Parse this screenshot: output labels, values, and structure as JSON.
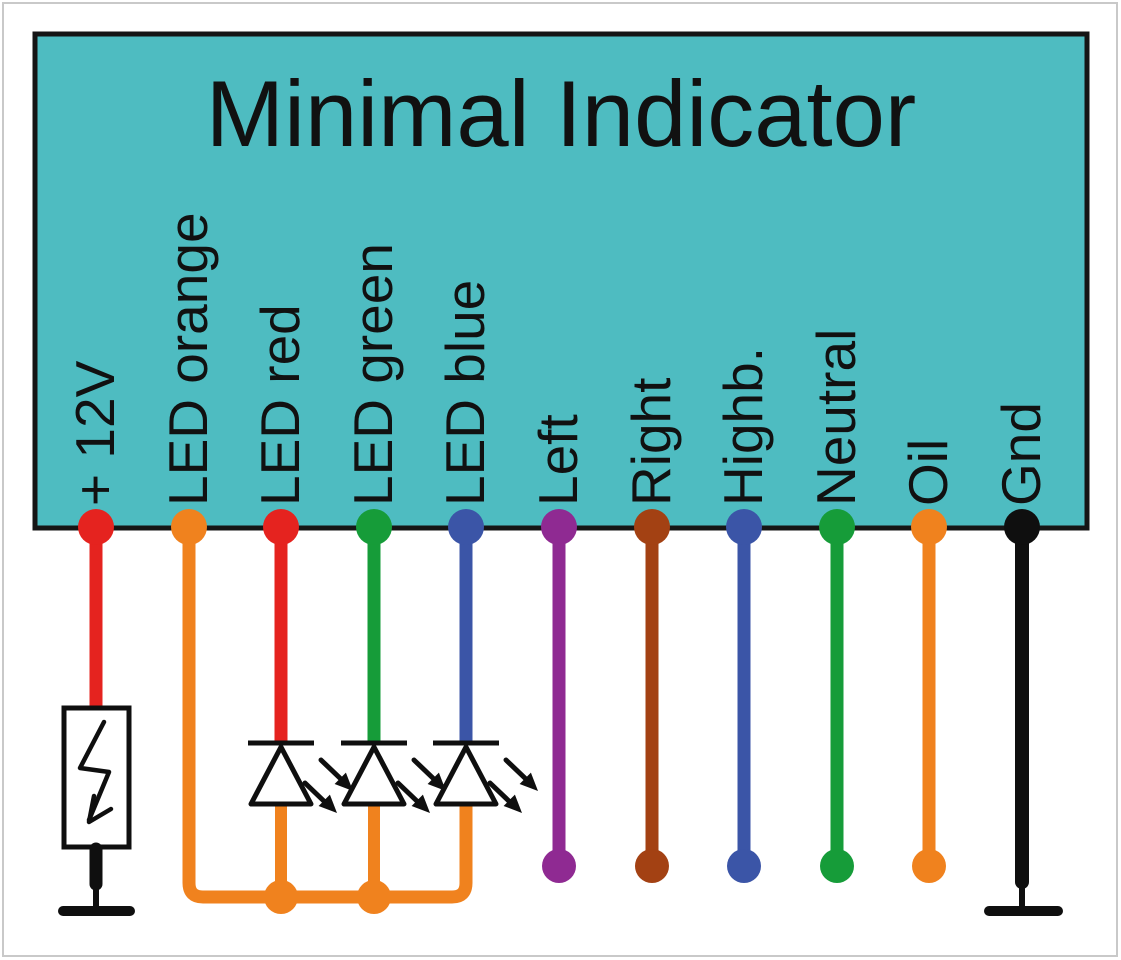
{
  "page": {
    "background": "#ffffff",
    "frame_color": "#c9c9c9"
  },
  "module": {
    "title": "Minimal Indicator",
    "fill": "#4ebcc1",
    "border": "#151515"
  },
  "colors": {
    "black": "#0f0f0f",
    "white": "#ffffff",
    "red": "#e5231f",
    "orange": "#f0821e",
    "green": "#169c39",
    "blue": "#3b55a7",
    "purple": "#8f2a92",
    "brown": "#a34113"
  },
  "pins": [
    {
      "label": "+ 12V",
      "color": "#e5231f"
    },
    {
      "label": "LED orange",
      "color": "#f0821e"
    },
    {
      "label": "LED red",
      "color": "#e5231f"
    },
    {
      "label": "LED green",
      "color": "#169c39"
    },
    {
      "label": "LED blue",
      "color": "#3b55a7"
    },
    {
      "label": "Left",
      "color": "#8f2a92"
    },
    {
      "label": "Right",
      "color": "#a34113"
    },
    {
      "label": "Highb.",
      "color": "#3b55a7"
    },
    {
      "label": "Neutral",
      "color": "#169c39"
    },
    {
      "label": "Oil",
      "color": "#f0821e"
    },
    {
      "label": "Gnd",
      "color": "#0f0f0f"
    }
  ]
}
